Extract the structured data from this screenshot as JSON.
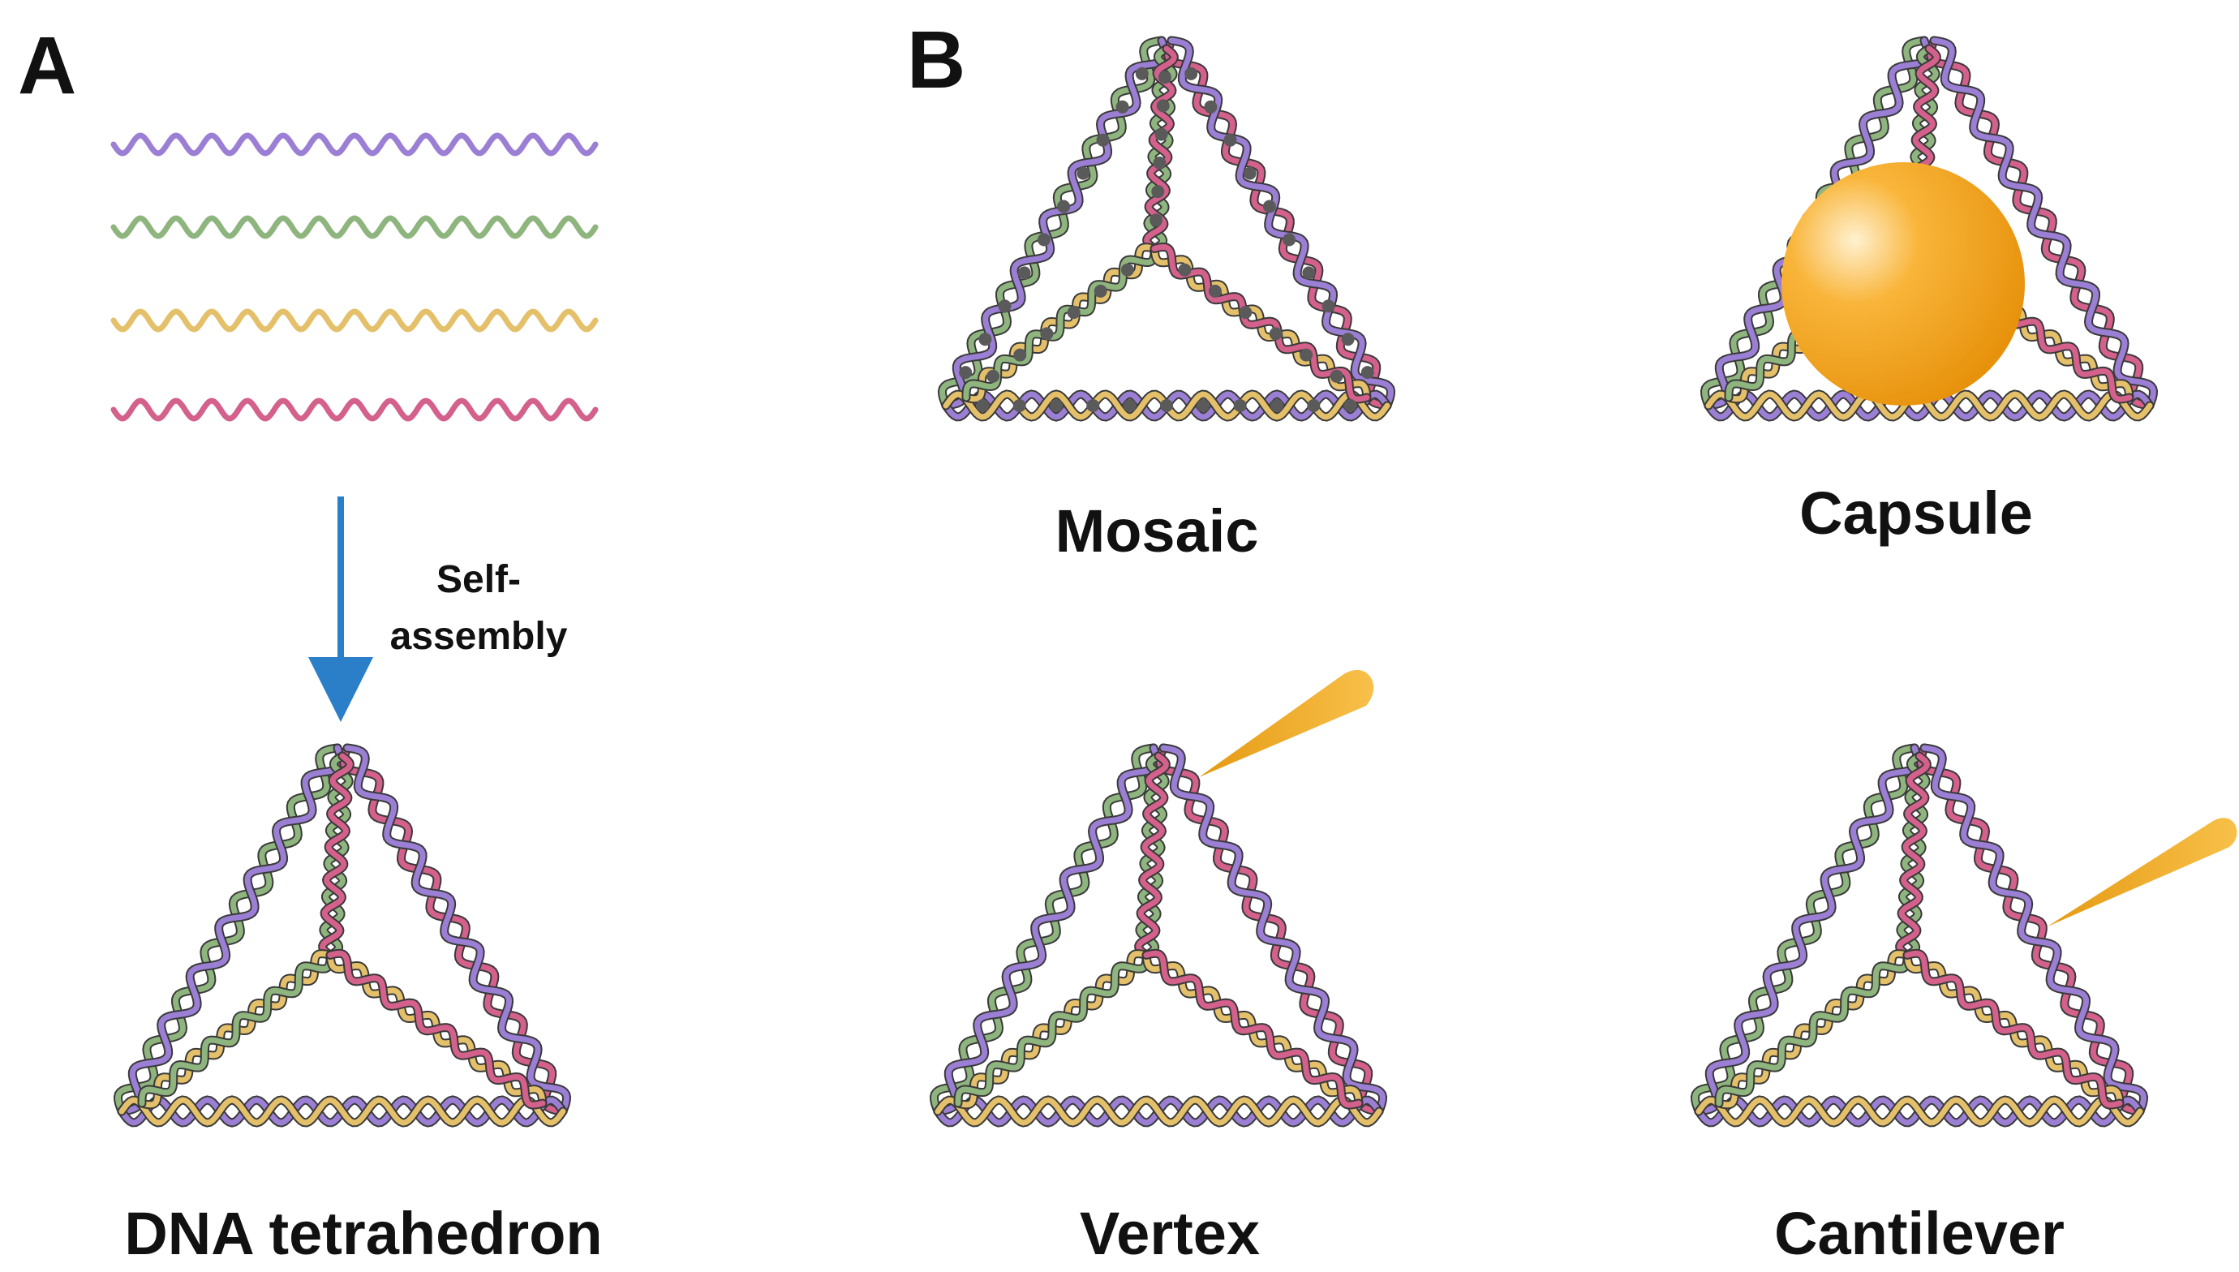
{
  "panels": {
    "a": {
      "letter": "A",
      "arrow_label_line1": "Self-",
      "arrow_label_line2": "assembly",
      "caption": "DNA tetrahedron"
    },
    "b": {
      "letter": "B",
      "captions": {
        "mosaic": "Mosaic",
        "capsule": "Capsule",
        "vertex": "Vertex",
        "cantilever": "Cantilever"
      }
    }
  },
  "colors": {
    "purple": "#9b7fd4",
    "green": "#8fb57f",
    "yellow": "#e4c06a",
    "pink": "#d4608c",
    "cargo_orange": "#f5a623",
    "arrow_blue": "#2a7fc8",
    "dot_gray": "#5a5a5a"
  }
}
